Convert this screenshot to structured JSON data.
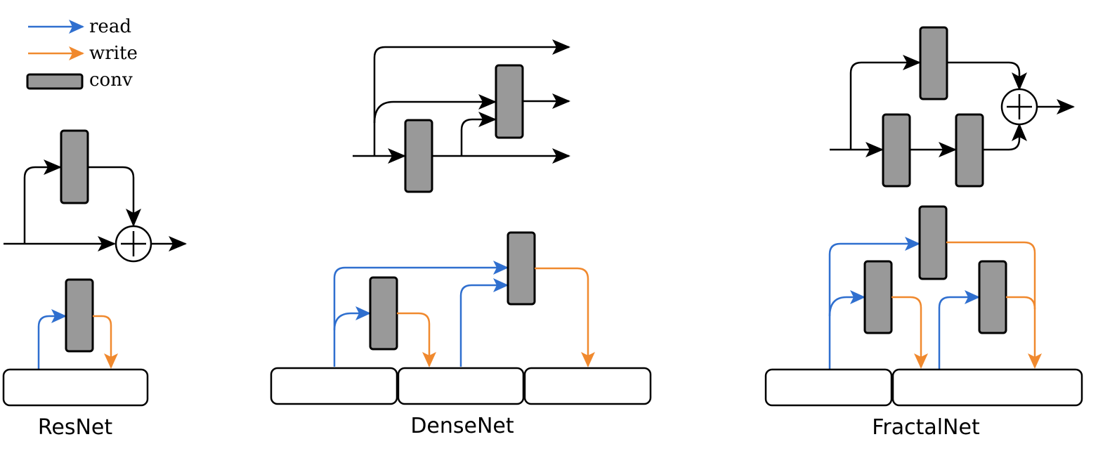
{
  "legend": {
    "read_label": "read",
    "write_label": "write",
    "conv_label": "conv"
  },
  "captions": {
    "resnet": "ResNet",
    "densenet": "DenseNet",
    "fractalnet": "FractalNet"
  },
  "colors": {
    "read": "#2f6fcf",
    "write": "#f0892e",
    "conv_fill": "#999999",
    "line": "#000000"
  },
  "icons": [
    "add-circle-icon",
    "arrow-icon"
  ]
}
